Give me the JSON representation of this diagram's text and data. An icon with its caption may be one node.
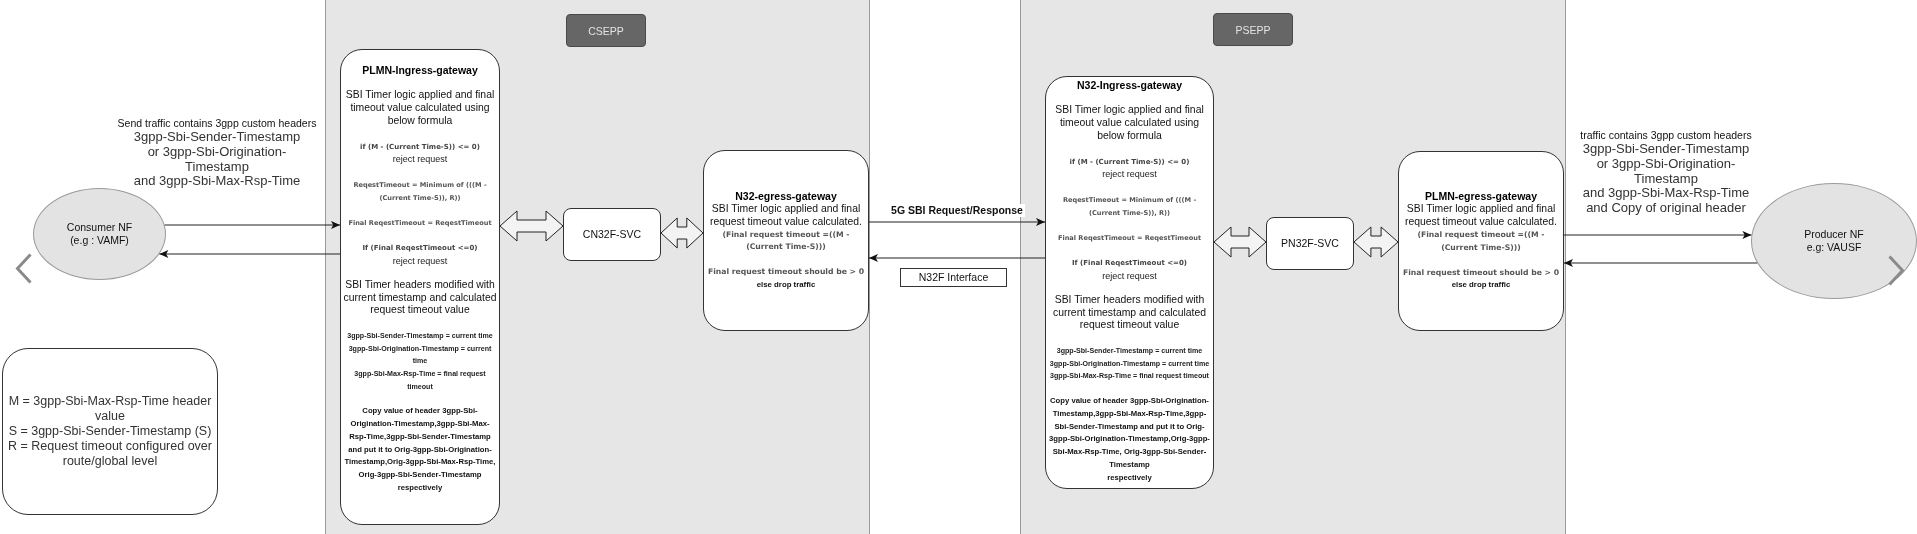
{
  "diagram": {
    "nodes": [
      {
        "text": [
          "Consumer NF (e.g : VAMF)"
        ]
      },
      {
        "text": [
          "M = 3gpp-Sbi-Max-Rsp-Time header value",
          "S = 3gpp-Sbi-Sender-Timestamp (S)",
          "R = Request timeout configured over route/global level"
        ]
      },
      {
        "text": [
          "CSEPP"
        ]
      },
      {
        "text": [
          "PLMN-Ingress-gateway",
          "SBI Timer logic applied and final timeout value calculated using below formula",
          "if (M - (Current Time-S)) <= 0)",
          "reject request",
          "ReqestTimeout = Minimum of (((M - (Current Time-S)), R))",
          "Final ReqestTimeout = ReqestTimeout",
          "If (Final ReqestTimeout <=0)",
          "reject request",
          "SBI Timer headers modified with current timestamp and calculated request timeout value",
          "3gpp-Sbi-Sender-Timestamp = current time",
          "3gpp-Sbi-Origination-Timestamp = current time",
          "3gpp-Sbi-Max-Rsp-Time = final request timeout",
          "Copy value of header 3gpp-Sbi-Origination-Timestamp,3gpp-Sbi-Max-Rsp-Time,3gpp-Sbi-Sender-Timestamp and put it to Orig-3gpp-Sbi-Origination-Timestamp,Orig-3gpp-Sbi-Max-Rsp-Time, Orig-3gpp-Sbi-Sender-Timestamp",
          "respectively"
        ],
        "in": 2
      },
      {
        "text": [
          "CN32F-SVC"
        ],
        "in": 2
      },
      {
        "text": [
          "N32-egress-gateway",
          "SBI Timer logic applied and final request timeout value calculated.",
          "(Final request timeout =((M - (Current Time-S)))",
          "Final request timeout should be > 0",
          "else drop traffic"
        ],
        "in": 2
      },
      {
        "text": [
          "N32F Interface"
        ]
      },
      {
        "text": [
          "PSEPP"
        ]
      },
      {
        "text": [
          "N32-Ingress-gateway",
          "SBI Timer logic applied and final timeout value calculated using below formula",
          "if (M - (Current Time-S)) <= 0)",
          "reject request",
          "ReqestTimeout = Minimum of (((M - (Current Time-S)), R))",
          "Final ReqestTimeout = ReqestTimeout",
          "If (Final ReqestTimeout <=0)",
          "reject request",
          "SBI Timer headers modified with current timestamp and calculated request timeout value",
          "3gpp-Sbi-Sender-Timestamp = current time",
          "3gpp-Sbi-Origination-Timestamp = current time",
          "3gpp-Sbi-Max-Rsp-Time = final request timeout",
          "Copy value of header 3gpp-Sbi-Origination-Timestamp,3gpp-Sbi-Max-Rsp-Time,3gpp-Sbi-Sender-Timestamp and put it to Orig-3gpp-Sbi-Origination-Timestamp,Orig-3gpp-Sbi-Max-Rsp-Time, Orig-3gpp-Sbi-Sender-Timestamp",
          "respectively"
        ],
        "in": 7
      },
      {
        "text": [
          "PN32F-SVC"
        ],
        "in": 7
      },
      {
        "text": [
          "PLMN-egress-gateway",
          "SBI Timer logic applied and final request timeout value calculated.",
          "(Final request timeout =((M - (Current Time-S)))",
          "Final request timeout should be > 0",
          "else drop traffic"
        ],
        "in": 7
      },
      {
        "text": [
          "Producer NF e.g: VAUSF"
        ]
      }
    ],
    "edges": [
      {
        "from": 0,
        "to": 3,
        "arrow": "to"
      },
      {
        "from": 3,
        "to": 0,
        "arrow": "to"
      },
      {
        "from": 3,
        "to": 4,
        "arrow": "both",
        "style": "thick"
      },
      {
        "from": 4,
        "to": 5,
        "arrow": "both",
        "style": "thick"
      },
      {
        "from": 5,
        "to": 8,
        "arrow": "to",
        "label": "5G SBI Request/Response"
      },
      {
        "from": 8,
        "to": 5,
        "arrow": "to"
      },
      {
        "from": 8,
        "to": 9,
        "arrow": "both",
        "style": "thick"
      },
      {
        "from": 9,
        "to": 10,
        "arrow": "both",
        "style": "thick"
      },
      {
        "from": 10,
        "to": 11,
        "arrow": "to"
      },
      {
        "from": 11,
        "to": 10,
        "arrow": "to"
      }
    ],
    "labels": [
      "Send traffic contains 3gpp custom headers",
      "3gpp-Sbi-Sender-Timestamp",
      "or 3gpp-Sbi-Origination-Timestamp",
      "and 3gpp-Sbi-Max-Rsp-Time",
      "traffic contains 3gpp custom headers",
      "3gpp-Sbi-Sender-Timestamp",
      "or 3gpp-Sbi-Origination-Timestamp",
      "and 3gpp-Sbi-Max-Rsp-Time",
      "and Copy of original header"
    ]
  }
}
